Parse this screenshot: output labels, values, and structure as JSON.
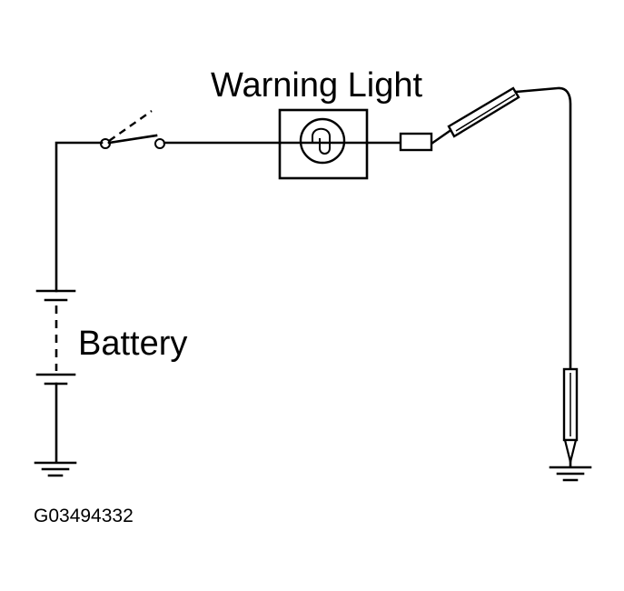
{
  "labels": {
    "warning_light": "Warning Light",
    "battery": "Battery",
    "figure_id": "G03494332"
  },
  "colors": {
    "line": "#000000",
    "background": "#ffffff"
  }
}
